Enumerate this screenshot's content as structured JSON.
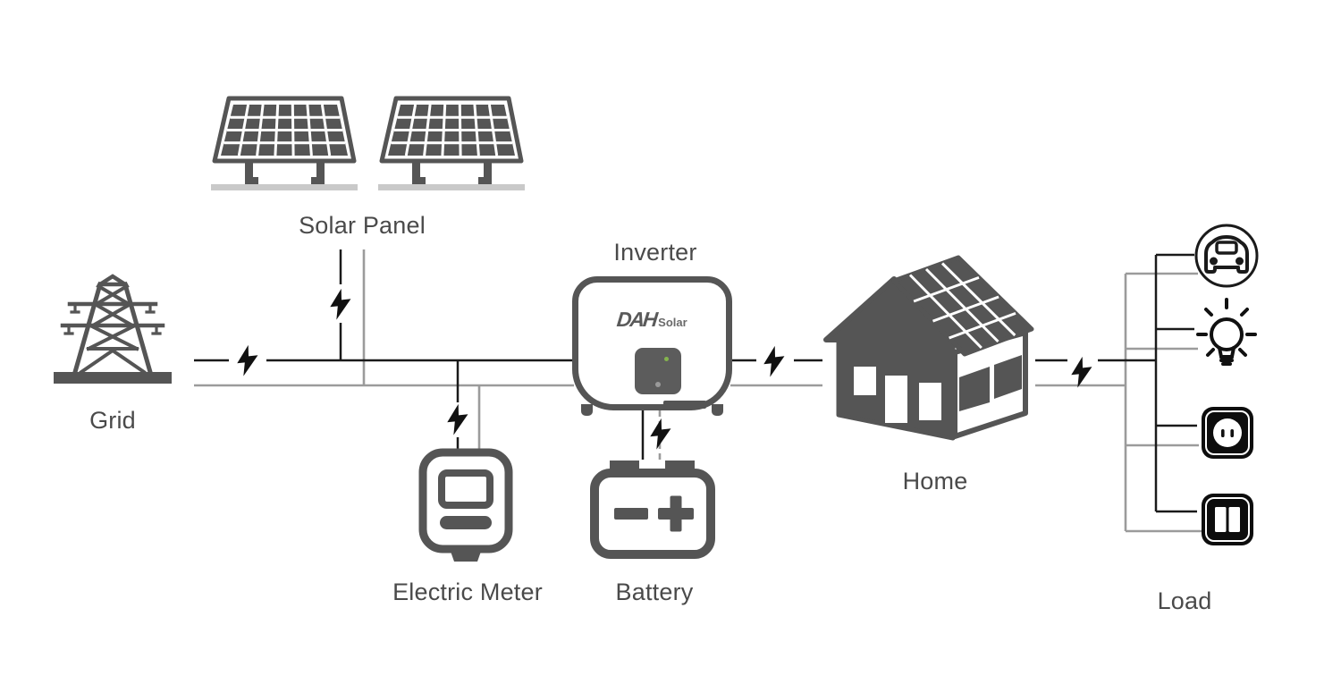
{
  "labels": {
    "grid": "Grid",
    "solar_panel": "Solar Panel",
    "inverter": "Inverter",
    "electric_meter": "Electric Meter",
    "battery": "Battery",
    "home": "Home",
    "load": "Load"
  },
  "inverter_brand": {
    "primary": "DAH",
    "secondary": "Solar"
  },
  "component_icons": [
    "transmission-tower-icon",
    "solar-panel-icon",
    "inverter-device",
    "electric-meter-icon",
    "battery-icon",
    "solar-home-icon"
  ],
  "load_icons": [
    "ev-car-icon",
    "light-bulb-icon",
    "power-outlet-icon",
    "light-switch-icon"
  ],
  "bolt_count": 6,
  "colors": {
    "wire_dark": "#1a1a1a",
    "wire_gray": "#9b9b9b",
    "icon_stroke": "#555555",
    "label_text": "#4a4a4a",
    "bolt": "#111111",
    "ground_bar": "#c9c9c9",
    "inverter_display": "#5c5c5c",
    "led_green": "#8bc34a"
  }
}
